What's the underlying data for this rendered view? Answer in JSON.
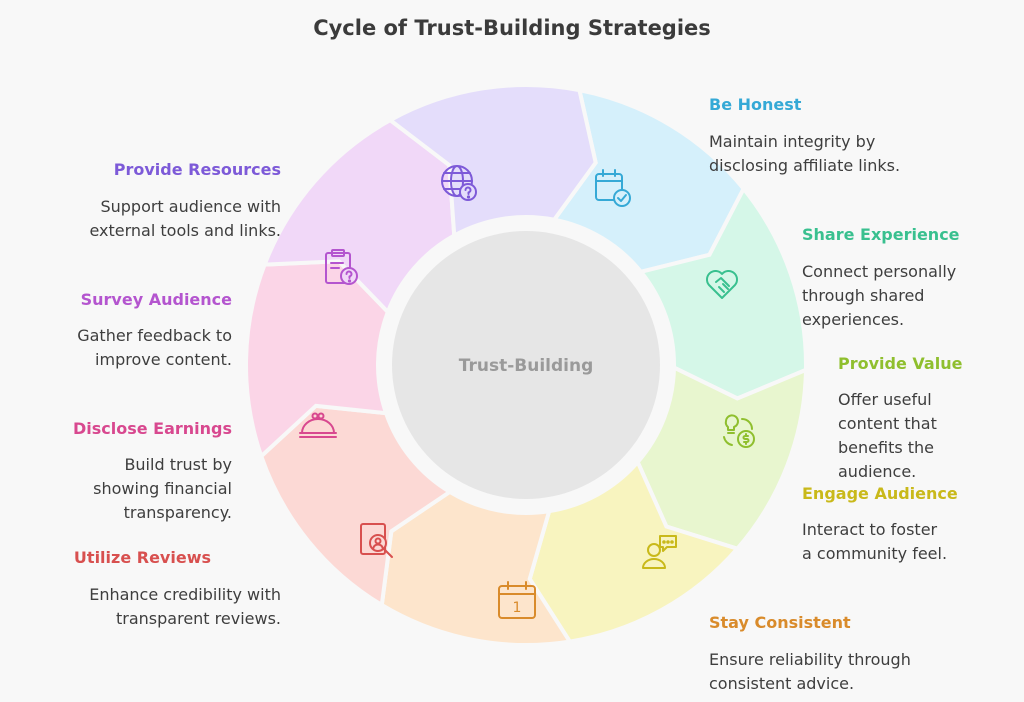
{
  "title": "Cycle of Trust-Building Strategies",
  "center_label": "Trust-Building",
  "colors": {
    "be_honest": "#35a9d6",
    "share_experience": "#39c08f",
    "provide_value": "#8fbf2e",
    "engage_audience": "#c9b91a",
    "stay_consistent": "#d98b2b",
    "utilize_reviews": "#d8504f",
    "disclose_earnings": "#d8488f",
    "survey_audience": "#b455cf",
    "provide_resources": "#7d5ad8"
  },
  "steps": [
    {
      "label": "Be Honest",
      "description": "Maintain integrity by\ndisclosing affiliate links.",
      "icon": "calendar-check-icon"
    },
    {
      "label": "Share Experience",
      "description": "Connect personally\nthrough shared\nexperiences.",
      "icon": "heart-handshake-icon"
    },
    {
      "label": "Provide Value",
      "description": "Offer useful\ncontent that\nbenefits the\naudience.",
      "icon": "lightbulb-dollar-icon"
    },
    {
      "label": "Engage Audience",
      "description": "Interact to foster\na community feel.",
      "icon": "person-chat-icon"
    },
    {
      "label": "Stay Consistent",
      "description": "Ensure reliability through\nconsistent advice.",
      "icon": "calendar-one-icon"
    },
    {
      "label": "Utilize Reviews",
      "description": "Enhance credibility with\ntransparent reviews.",
      "icon": "review-search-icon"
    },
    {
      "label": "Disclose Earnings",
      "description": "Build trust by\nshowing financial\ntransparency.",
      "icon": "purse-icon"
    },
    {
      "label": "Survey Audience",
      "description": "Gather feedback to\nimprove content.",
      "icon": "clipboard-question-icon"
    },
    {
      "label": "Provide Resources",
      "description": "Support audience with\nexternal tools and links.",
      "icon": "globe-question-icon"
    }
  ]
}
